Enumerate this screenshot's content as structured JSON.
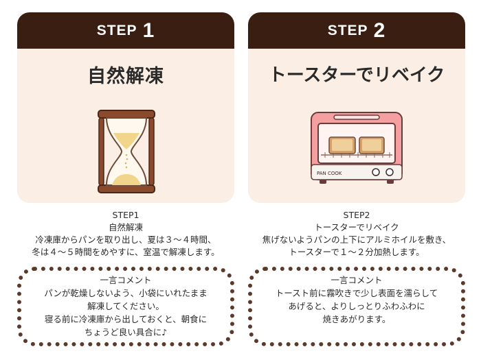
{
  "steps": [
    {
      "header_word": "STEP",
      "header_num": "1",
      "title": "自然解凍",
      "illustration": "hourglass-icon",
      "caption": [
        "STEP1",
        "自然解凍",
        "冷凍庫からパンを取り出し、夏は３〜４時間、",
        "冬は４〜５時間をめやすに、室温で解凍します。"
      ],
      "comment_title": "一言コメント",
      "comment_lines": [
        "パンが乾燥しないよう、小袋にいれたまま",
        "解凍してください。",
        "寝る前に冷凍庫から出しておくと、朝食に",
        "ちょうど良い具合に♪"
      ]
    },
    {
      "header_word": "STEP",
      "header_num": "2",
      "title": "トースターでリベイク",
      "illustration": "toaster-oven-icon",
      "oven_label": "PAN COOK",
      "caption": [
        "STEP2",
        "トースターでリベイク",
        "焦げないようパンの上下にアルミホイルを敷き、",
        "トースターで１〜２分加熱します。"
      ],
      "comment_title": "一言コメント",
      "comment_lines": [
        "トースト前に霧吹きで少し表面を濡らして",
        "あげると、よりしっとりふわふわに",
        "焼きあがります。"
      ]
    }
  ],
  "colors": {
    "header_bg": "#3b1e12",
    "card_bg": "#fbeee4",
    "accent_wood": "#8a4a2e",
    "oven_pink": "#f4a0a0",
    "bread": "#e9c38e"
  }
}
